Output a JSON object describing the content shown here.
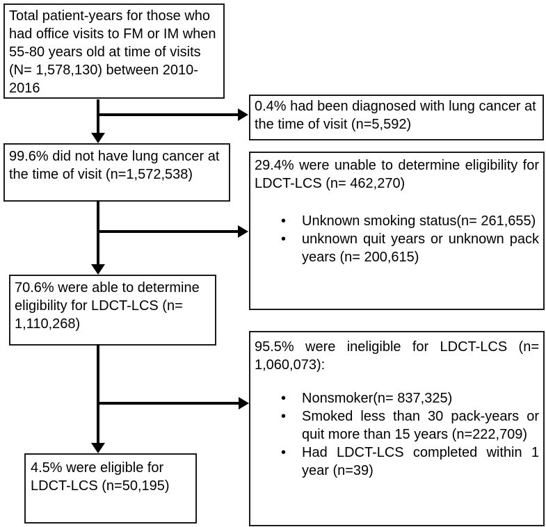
{
  "diagram": {
    "type": "patient-flow-chart",
    "colors": {
      "background": "#ffffff",
      "box_border": "#1a1a1a",
      "arrow": "#000000",
      "text": "#000000"
    },
    "bullet_glyph": "•",
    "boxes": {
      "total_patient_years": {
        "text": "Total patient-years for those who had office visits to FM or IM when 55-80 years old at time of visits (N= 1,578,130) between 2010-2016"
      },
      "diagnosed_lung_cancer": {
        "text": "0.4% had been diagnosed with lung cancer at the time of visit (n=5,592)"
      },
      "no_lung_cancer": {
        "text": "99.6% did not have lung cancer at the time of visit (n=1,572,538)"
      },
      "unable_to_determine": {
        "text": "29.4% were unable to determine eligibility for LDCT-LCS (n= 462,270)",
        "bullets": [
          "Unknown smoking status(n= 261,655)",
          "unknown quit years or unknown pack years (n= 200,615)"
        ]
      },
      "able_to_determine": {
        "text": "70.6% were able to determine eligibility for LDCT-LCS (n= 1,110,268)"
      },
      "ineligible": {
        "text": "95.5% were ineligible for LDCT-LCS (n= 1,060,073):",
        "bullets": [
          "Nonsmoker(n= 837,325)",
          "Smoked less than 30 pack-years or quit more than 15 years (n=222,709)",
          "Had LDCT-LCS completed within 1 year (n=39)"
        ]
      },
      "eligible": {
        "text": "4.5% were eligible for LDCT-LCS (n=50,195)"
      }
    }
  }
}
